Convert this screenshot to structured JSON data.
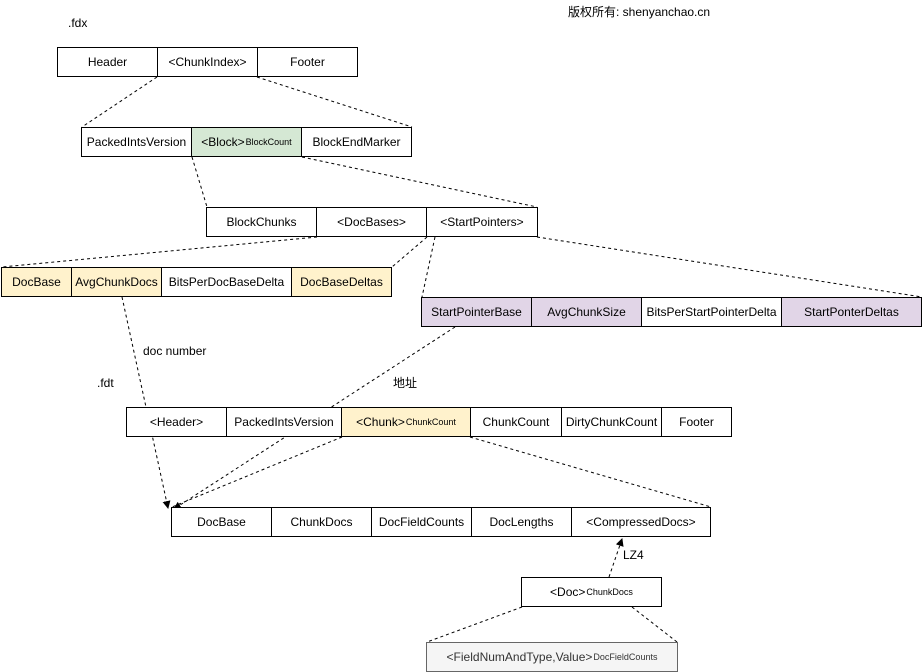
{
  "copyright": "版权所有: shenyanchao.cn",
  "fdx": {
    "label": ".fdx",
    "top": [
      "Header",
      "<ChunkIndex>",
      "Footer"
    ],
    "chunk_index": {
      "packed": "PackedIntsVersion",
      "block": "<Block>",
      "block_sup": "BlockCount",
      "end": "BlockEndMarker"
    },
    "block": [
      "BlockChunks",
      "<DocBases>",
      "<StartPointers>"
    ],
    "doc_bases": [
      "DocBase",
      "AvgChunkDocs",
      "BitsPerDocBaseDelta",
      "DocBaseDeltas"
    ],
    "start_pointers": [
      "StartPointerBase",
      "AvgChunkSize",
      "BitsPerStartPointerDelta",
      "StartPonterDeltas"
    ]
  },
  "labels": {
    "doc_number": "doc number",
    "address": "地址",
    "lz4": "LZ4"
  },
  "fdt": {
    "label": ".fdt",
    "top": {
      "header": "<Header>",
      "packed": "PackedIntsVersion",
      "chunk": "<Chunk>",
      "chunk_sup": "ChunkCount",
      "chunk_count": "ChunkCount",
      "dirty": "DirtyChunkCount",
      "footer": "Footer"
    },
    "chunk": [
      "DocBase",
      "ChunkDocs",
      "DocFieldCounts",
      "DocLengths",
      "<CompressedDocs>"
    ],
    "doc": {
      "label": "<Doc>",
      "sup": "ChunkDocs"
    },
    "field": {
      "label": "<FieldNumAndType,Value>",
      "sup": "DocFieldCounts"
    }
  }
}
